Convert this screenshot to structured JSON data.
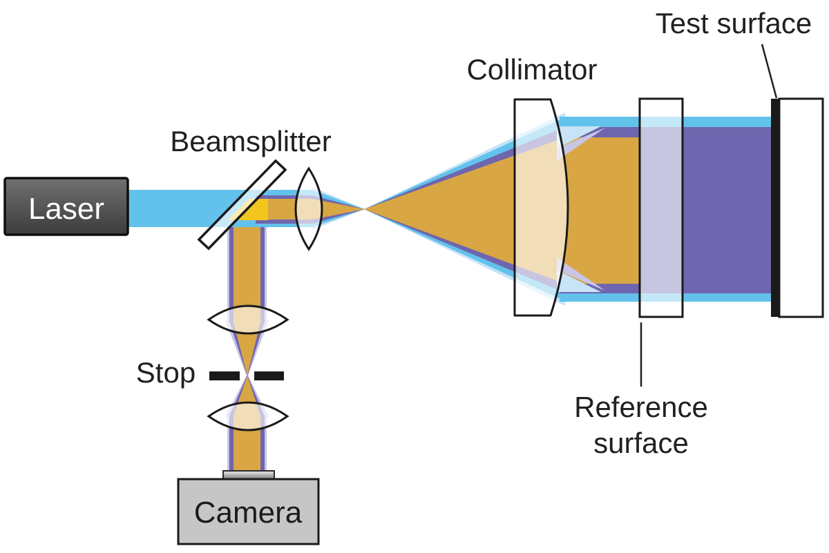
{
  "diagram": {
    "labels": {
      "laser": "Laser",
      "beamsplitter": "Beamsplitter",
      "collimator": "Collimator",
      "test_surface": "Test surface",
      "reference_surface_line1": "Reference",
      "reference_surface_line2": "surface",
      "stop": "Stop",
      "camera": "Camera"
    },
    "colors": {
      "beam_blue": "#63C2EB",
      "beam_blue_light": "#C7E4F6",
      "beam_purple": "#6E66AE",
      "beam_lavender": "#C9C5E6",
      "beam_orange": "#D9A644",
      "overlap_yellow": "#F2C61F",
      "glass_white": "#FFFFFF",
      "outline_black": "#1A1A1A",
      "laser_box_top": "#717171",
      "laser_box_bottom": "#3C3C3C",
      "camera_box_fill": "#C6C6C6",
      "sensor_top": "#ECECEC",
      "sensor_bottom": "#777777",
      "stop_fill": "#1A1A1A",
      "test_surface_coating": "#1A1A1A"
    }
  }
}
